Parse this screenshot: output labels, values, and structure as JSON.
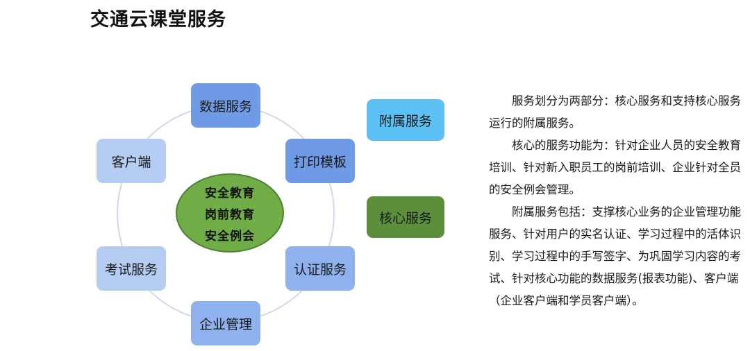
{
  "title": "交通云课堂服务",
  "diagram": {
    "center": [
      "安全教育",
      "岗前教育",
      "安全例会"
    ],
    "nodes": {
      "data_service": "数据服务",
      "print_template": "打印模板",
      "auth_service": "认证服务",
      "enterprise_mgmt": "企业管理",
      "exam_service": "考试服务",
      "client": "客户端"
    },
    "legend": {
      "attached": "附属服务",
      "core": "核心服务"
    },
    "colors": {
      "center": "#70ad47",
      "legend_attached": "#5bc0f2",
      "legend_core": "#5b8f3c",
      "node_dark": "#6f9ae6",
      "node_light": "#b6cdf3"
    }
  },
  "description": [
    "服务划分为两部分：核心服务和支持核心服务运行的附属服务。",
    "核心的服务功能为：针对企业人员的安全教育培训、针对新入职员工的岗前培训、企业针对全员的安全例会管理。",
    "附属服务包括：支撑核心业务的企业管理功能服务、针对用户的实名认证、学习过程中的活体识别、学习过程中的手写签字、为巩固学习内容的考试、针对核心功能的数据服务(报表功能)、客户端（企业客户端和学员客户端）。"
  ]
}
